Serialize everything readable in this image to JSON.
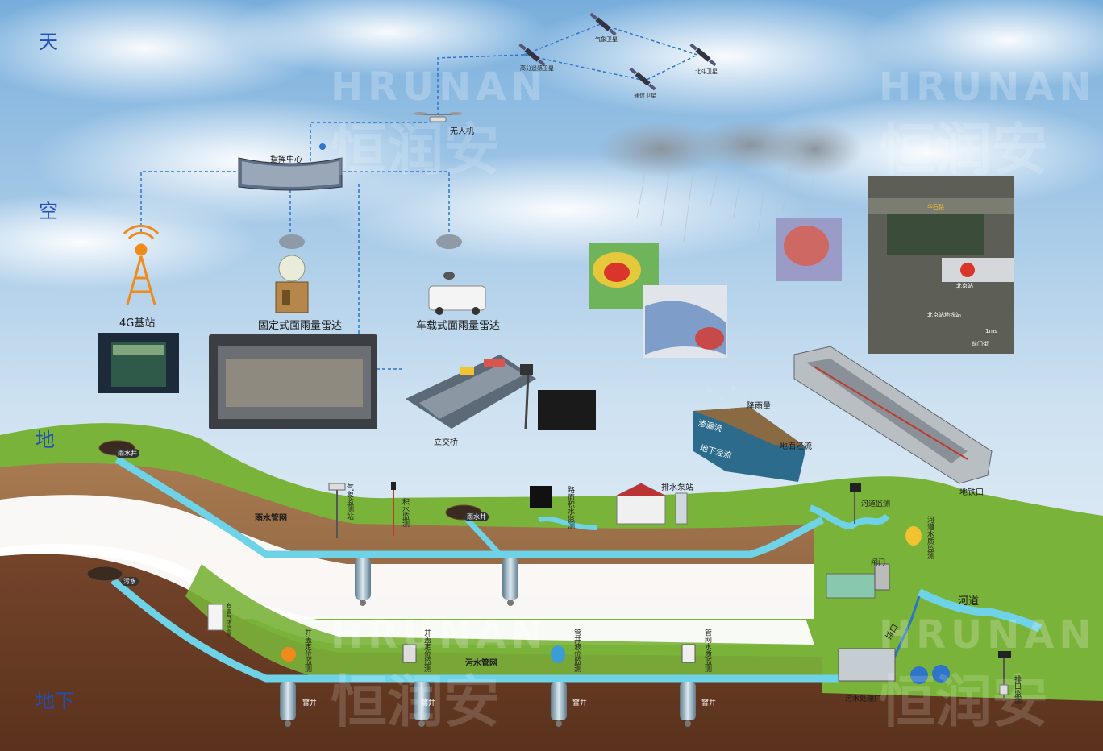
{
  "side_labels": {
    "tian": "天",
    "kong": "空",
    "di": "地",
    "dixia": "地下"
  },
  "satellites": {
    "s1": "高分遥感卫星",
    "s2": "气象卫星",
    "s3": "北斗卫星",
    "s4": "通信卫星"
  },
  "drone": "无人机",
  "command_center": "指挥中心",
  "base_station": "4G基站",
  "fixed_radar": "固定式面雨量雷达",
  "vehicle_radar": "车载式面雨量雷达",
  "overpass": "立交桥",
  "rainfall": "降雨量",
  "infiltration": "渗漏流",
  "underground_flow": "地下泾流",
  "surface_flow": "地面泾流",
  "subway": "地铁口",
  "map_labels": {
    "road": "华石路",
    "station": "北京站",
    "station2": "北京站地铁站",
    "street": "前门街",
    "dist": "1ms"
  },
  "rain_well": "雨水井",
  "rain_network": "雨水管网",
  "weather_station": "气象监测站",
  "water_level": "积水监测",
  "road_water": "路面积水监测",
  "rain_well2": "雨水井",
  "pump_station": "排水泵站",
  "river_monitor": "河道监测",
  "river_quality": "河道水质监测",
  "gate": "闸门",
  "river": "河道",
  "outlet": "排口",
  "sewage_well": "污水",
  "gas_monitor": "有害气体监测",
  "sewage_network": "污水管网",
  "cover_monitor1": "井盖定位监测",
  "cover_monitor2": "井盖定位监测",
  "level_monitor": "管井液位监测",
  "flow_monitor": "管网水质监测",
  "manhole": "窨井",
  "treatment_plant": "污水处理厂",
  "outlet_monitor": "排口监测",
  "watermark_en": "HRUNAN",
  "watermark_cn": "恒润安",
  "colors": {
    "sky_top": "#7fb0dc",
    "grass": "#7ab33a",
    "soil": "#9b7048",
    "pipe": "#6fd3e8",
    "deep_soil": "#6b3f24",
    "line_blue": "#2e74c9"
  }
}
